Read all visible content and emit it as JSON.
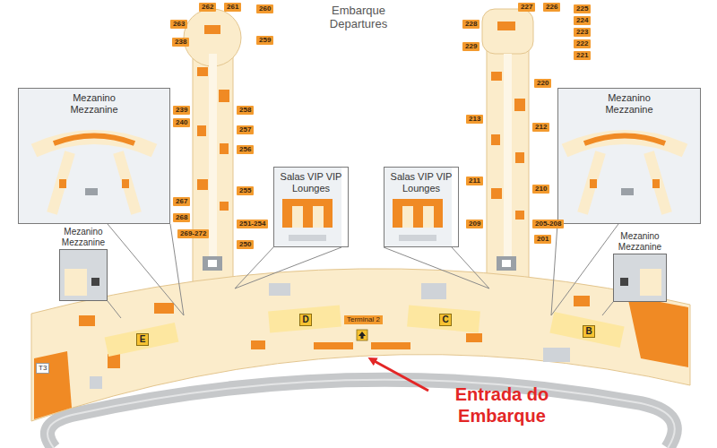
{
  "diagram": {
    "title": "Embarque Departures",
    "nodes": [
      {
        "text": [
          "Mezanino Mezzanine"
        ]
      },
      {
        "text": [
          "Mezanino Mezzanine"
        ]
      },
      {
        "text": [
          "Salas VIP VIP Lounges"
        ]
      },
      {
        "text": [
          "Salas VIP VIP Lounges"
        ]
      },
      {
        "text": [
          "Mezanino Mezzanine"
        ]
      },
      {
        "text": [
          "Mezanino Mezzanine"
        ]
      }
    ],
    "labels": [
      "263",
      "262",
      "261",
      "260",
      "238",
      "259",
      "258",
      "239",
      "257",
      "240",
      "256",
      "267",
      "255",
      "268",
      "269-272",
      "251-254",
      "250",
      "227",
      "226",
      "225",
      "224",
      "228",
      "223",
      "229",
      "222",
      "221",
      "220",
      "213",
      "212",
      "211",
      "210",
      "209",
      "205-208",
      "201",
      "E",
      "D",
      "C",
      "B",
      "Terminal 2",
      "T3",
      "Entrada do Embarque"
    ]
  }
}
